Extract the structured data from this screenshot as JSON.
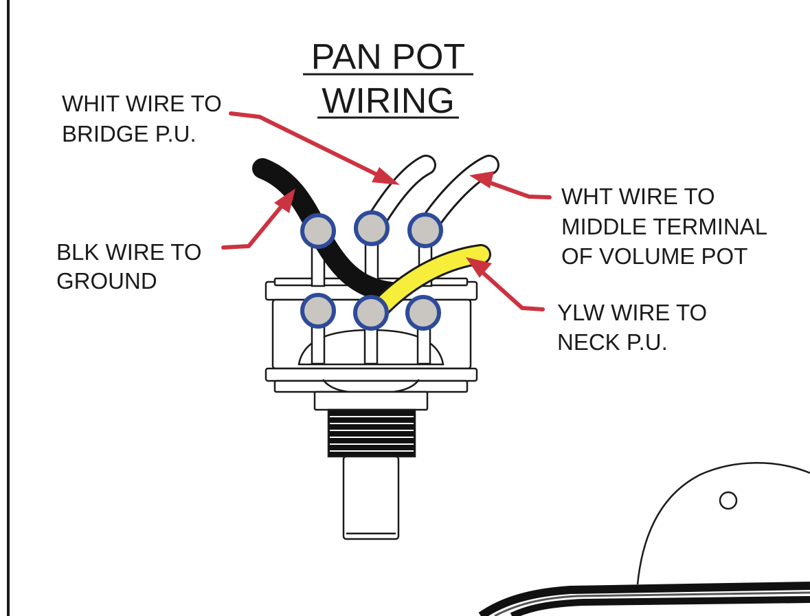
{
  "title": {
    "line1": "PAN POT",
    "line2": "WIRING"
  },
  "labels": {
    "bridge": {
      "line1": "WHIT WIRE TO",
      "line2": "BRIDGE P.U."
    },
    "ground": {
      "line1": "BLK WIRE TO",
      "line2": "GROUND"
    },
    "volume": {
      "line1": "WHT WIRE TO",
      "line2": "MIDDLE TERMINAL",
      "line3": "OF VOLUME POT"
    },
    "neck": {
      "line1": "YLW WIRE TO",
      "line2": "NECK P.U."
    }
  },
  "colors": {
    "arrow": "#cc3340",
    "terminal_ring": "#2e4b9a",
    "terminal_fill": "#c9c6c1",
    "black_wire": "#111111",
    "white_wire": "#ffffff",
    "yellow_wire": "#f6ee3a",
    "outline": "#1a1a1a"
  }
}
